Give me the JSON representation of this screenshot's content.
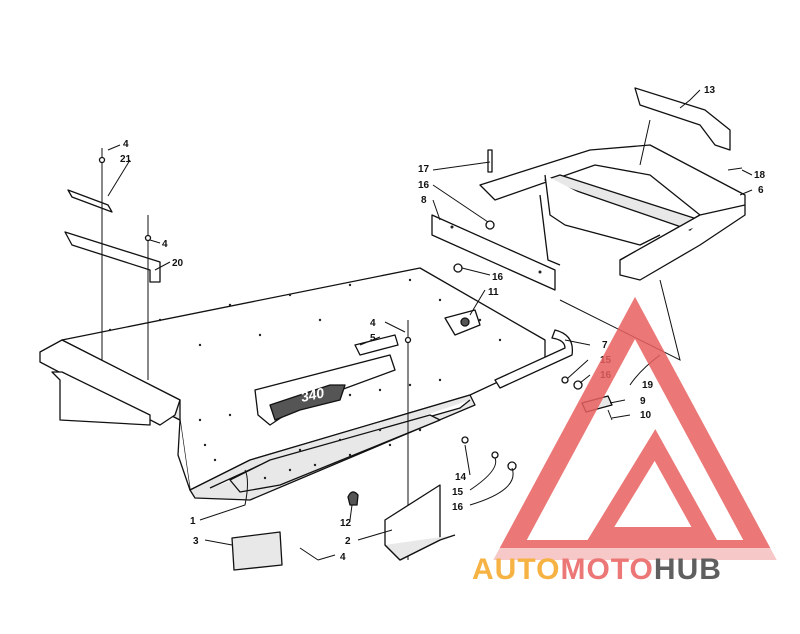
{
  "diagram": {
    "callouts": [
      {
        "id": "c-13",
        "label": "13"
      },
      {
        "id": "c-18",
        "label": "18"
      },
      {
        "id": "c-6",
        "label": "6"
      },
      {
        "id": "c-17",
        "label": "17"
      },
      {
        "id": "c-16a",
        "label": "16"
      },
      {
        "id": "c-8",
        "label": "8"
      },
      {
        "id": "c-16b",
        "label": "16"
      },
      {
        "id": "c-11",
        "label": "11"
      },
      {
        "id": "c-4a",
        "label": "4"
      },
      {
        "id": "c-21",
        "label": "21"
      },
      {
        "id": "c-4b",
        "label": "4"
      },
      {
        "id": "c-20",
        "label": "20"
      },
      {
        "id": "c-4c",
        "label": "4"
      },
      {
        "id": "c-5",
        "label": "5"
      },
      {
        "id": "c-7",
        "label": "7"
      },
      {
        "id": "c-15a",
        "label": "15"
      },
      {
        "id": "c-16c",
        "label": "16"
      },
      {
        "id": "c-19",
        "label": "19"
      },
      {
        "id": "c-9",
        "label": "9"
      },
      {
        "id": "c-10",
        "label": "10"
      },
      {
        "id": "c-14",
        "label": "14"
      },
      {
        "id": "c-15b",
        "label": "15"
      },
      {
        "id": "c-16d",
        "label": "16"
      },
      {
        "id": "c-1",
        "label": "1"
      },
      {
        "id": "c-12",
        "label": "12"
      },
      {
        "id": "c-2",
        "label": "2"
      },
      {
        "id": "c-3",
        "label": "3"
      },
      {
        "id": "c-4d",
        "label": "4"
      }
    ],
    "emblem_text": "340"
  },
  "watermark": {
    "part1": "AUTO",
    "part2": "MOTO",
    "part3": "HUB",
    "colors": {
      "red": "#e8605f",
      "orange": "#f5a623",
      "gray": "#444444"
    }
  }
}
